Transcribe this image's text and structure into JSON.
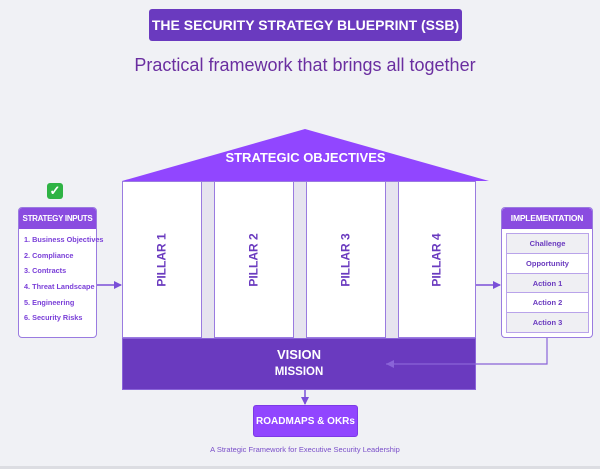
{
  "header": {
    "title": "THE SECURITY STRATEGY BLUEPRINT (SSB)",
    "subtitle": "Practical framework that brings all together"
  },
  "house": {
    "roof_label": "STRATEGIC OBJECTIVES",
    "pillars": [
      "PILLAR 1",
      "PILLAR 2",
      "PILLAR 3",
      "PILLAR 4"
    ],
    "base": {
      "vision": "VISION",
      "mission": "MISSION"
    }
  },
  "strategy_inputs": {
    "status_icon": "check-mark-icon",
    "title": "STRATEGY INPUTS",
    "items": [
      "1. Business Objectives",
      "2. Compliance",
      "3. Contracts",
      "4. Threat Landscape",
      "5. Engineering",
      "6. Security Risks"
    ]
  },
  "implementation": {
    "title": "IMPLEMENTATION",
    "rows": [
      "Challenge",
      "Opportunity",
      "Action 1",
      "Action 2",
      "Action 3"
    ]
  },
  "output": {
    "label": "ROADMAPS & OKRs"
  },
  "footer": {
    "text": "A Strategic Framework for Executive Security Leadership"
  },
  "colors": {
    "primary": "#6a3abf",
    "accent": "#9146ff",
    "text_purple": "#6a2ea0"
  }
}
